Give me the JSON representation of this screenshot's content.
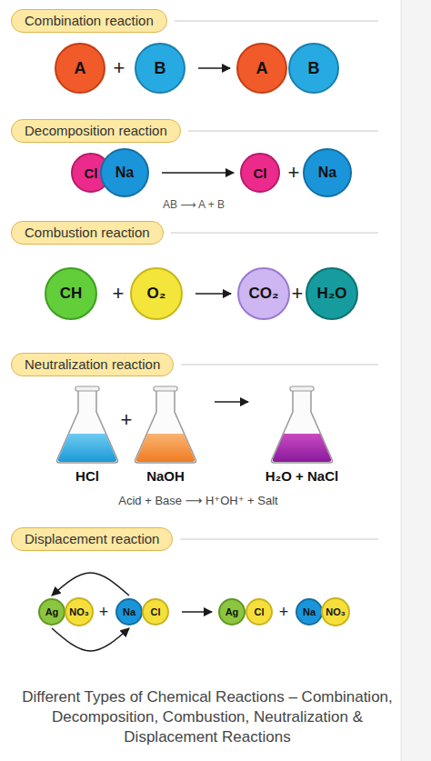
{
  "diagram": {
    "caption": "Different Types of Chemical Reactions – Combination, Decomposition, Combustion, Neutralization & Displacement Reactions",
    "nodes": [
      {
        "text": [
          "Combination reaction"
        ]
      },
      {
        "text": [
          "A"
        ]
      },
      {
        "text": [
          "B"
        ]
      },
      {
        "text": [
          "A"
        ]
      },
      {
        "text": [
          "B"
        ]
      },
      {
        "text": [
          "Decomposition reaction"
        ]
      },
      {
        "text": [
          "Cl"
        ]
      },
      {
        "text": [
          "Na"
        ]
      },
      {
        "text": [
          "Cl"
        ]
      },
      {
        "text": [
          "Na"
        ]
      },
      {
        "text": [
          "Combustion reaction"
        ]
      },
      {
        "text": [
          "CH"
        ]
      },
      {
        "text": [
          "O₂"
        ]
      },
      {
        "text": [
          "CO₂"
        ]
      },
      {
        "text": [
          "H₂O"
        ]
      },
      {
        "text": [
          "Neutralization reaction"
        ]
      },
      {
        "text": [
          "HCl"
        ]
      },
      {
        "text": [
          "NaOH"
        ]
      },
      {
        "text": [
          "H₂O + NaCl"
        ]
      },
      {
        "text": [
          "Displacement reaction"
        ]
      },
      {
        "text": [
          "Ag"
        ]
      },
      {
        "text": [
          "NO₃"
        ]
      },
      {
        "text": [
          "Na"
        ]
      },
      {
        "text": [
          "Cl"
        ]
      },
      {
        "text": [
          "Ag"
        ]
      },
      {
        "text": [
          "Cl"
        ]
      },
      {
        "text": [
          "Na"
        ]
      },
      {
        "text": [
          "NO₃"
        ]
      }
    ],
    "edges": [
      {
        "from": 2,
        "to": 3,
        "arrow": "to"
      },
      {
        "from": 7,
        "to": 8,
        "arrow": "to"
      },
      {
        "from": 12,
        "to": 13,
        "arrow": "to"
      },
      {
        "from": 17,
        "to": 18,
        "arrow": "to"
      },
      {
        "from": 22,
        "to": 20,
        "arrow": "to"
      },
      {
        "from": 20,
        "to": 22,
        "arrow": "to"
      },
      {
        "from": 23,
        "to": 24,
        "arrow": "to"
      }
    ],
    "labels": [
      "+",
      "+",
      "AB ⟶ A + B",
      "+",
      "+",
      "+",
      "Acid + Base ⟶ H⁺OH⁺ + Salt",
      "+",
      "+"
    ]
  }
}
